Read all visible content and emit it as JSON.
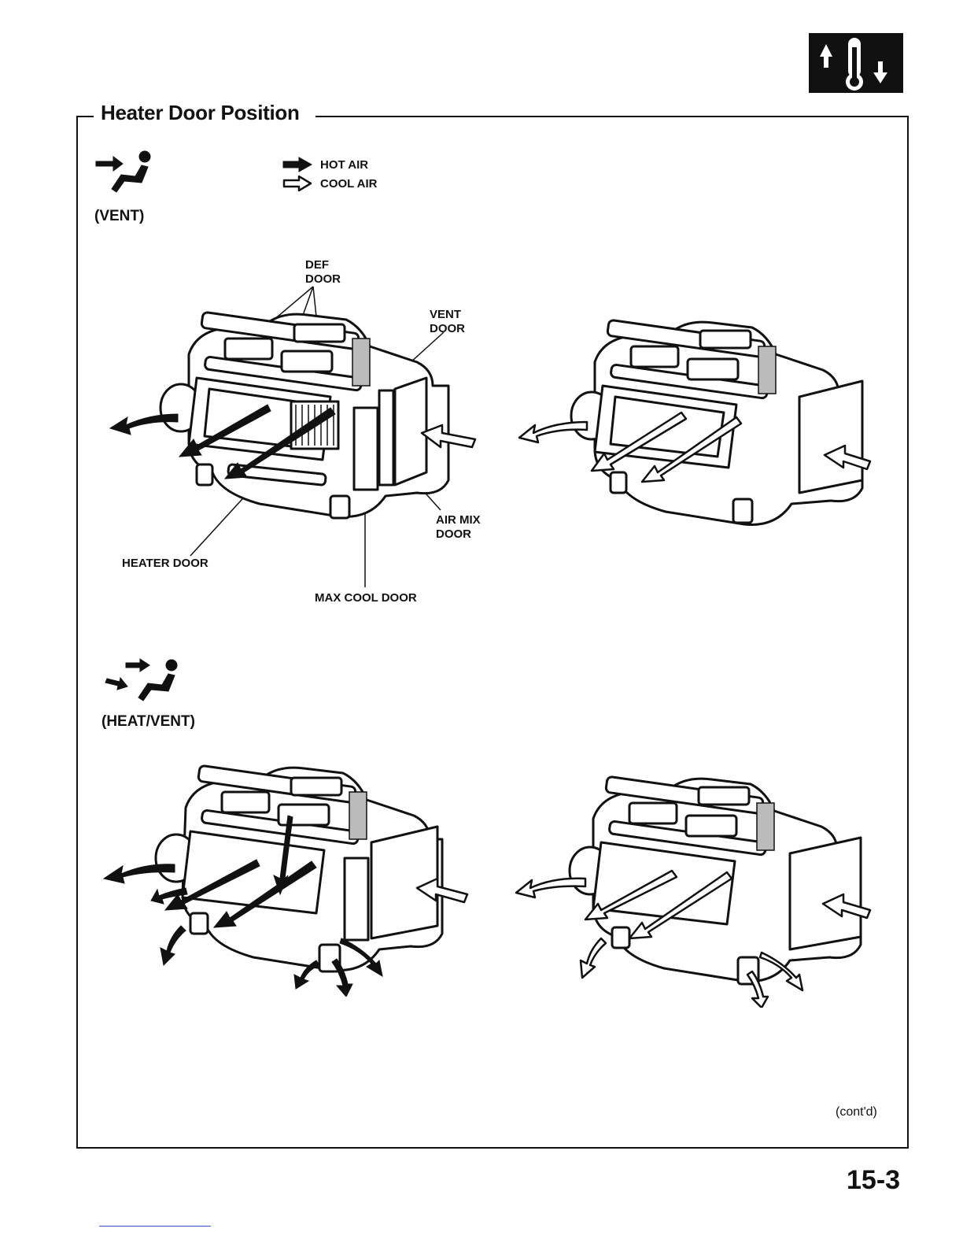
{
  "header": {
    "section_title": "Heater Door Position"
  },
  "legend": {
    "hot_air": "HOT AIR",
    "cool_air": "COOL AIR"
  },
  "modes": [
    {
      "label": "(VENT)",
      "icon": "vent-mode-icon"
    },
    {
      "label": "(HEAT/VENT)",
      "icon": "heat-vent-mode-icon"
    }
  ],
  "callouts": {
    "def_door_line1": "DEF",
    "def_door_line2": "DOOR",
    "vent_door_line1": "VENT",
    "vent_door_line2": "DOOR",
    "air_mix_door_line1": "AIR MIX",
    "air_mix_door_line2": "DOOR",
    "heater_door": "HEATER DOOR",
    "max_cool_door": "MAX COOL DOOR"
  },
  "footer": {
    "continued": "(cont'd)",
    "page_number": "15-3"
  },
  "colors": {
    "ink": "#111111",
    "paper": "#ffffff"
  }
}
